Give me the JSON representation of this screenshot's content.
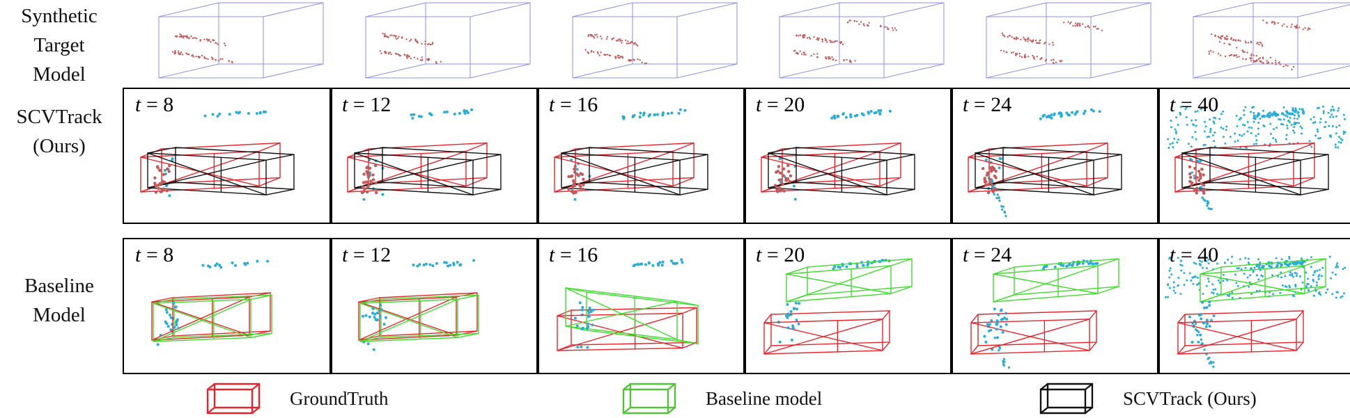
{
  "rows": [
    {
      "key": "model",
      "label_lines": [
        "Synthetic",
        "Target",
        "Model"
      ]
    },
    {
      "key": "ours",
      "label_lines": [
        "SCVTrack",
        "(Ours)"
      ]
    },
    {
      "key": "baseline",
      "label_lines": [
        "Baseline",
        "Model"
      ]
    }
  ],
  "time_prefix": "t",
  "time_steps": [
    "= 8",
    "= 12",
    "= 16",
    "= 20",
    "= 24",
    "= 40"
  ],
  "legend": [
    {
      "label": "GroundTruth",
      "color": "#e8232a"
    },
    {
      "label": "Baseline model",
      "color": "#52c23a"
    },
    {
      "label": "SCVTrack (Ours)",
      "color": "#111111"
    }
  ],
  "colors": {
    "model_box": "#8e8ee6",
    "model_points": "#c25a5a",
    "scene_points": "#29acd8",
    "gt": "#e8232a",
    "baseline": "#3fdc2c",
    "ours": "#111111"
  }
}
